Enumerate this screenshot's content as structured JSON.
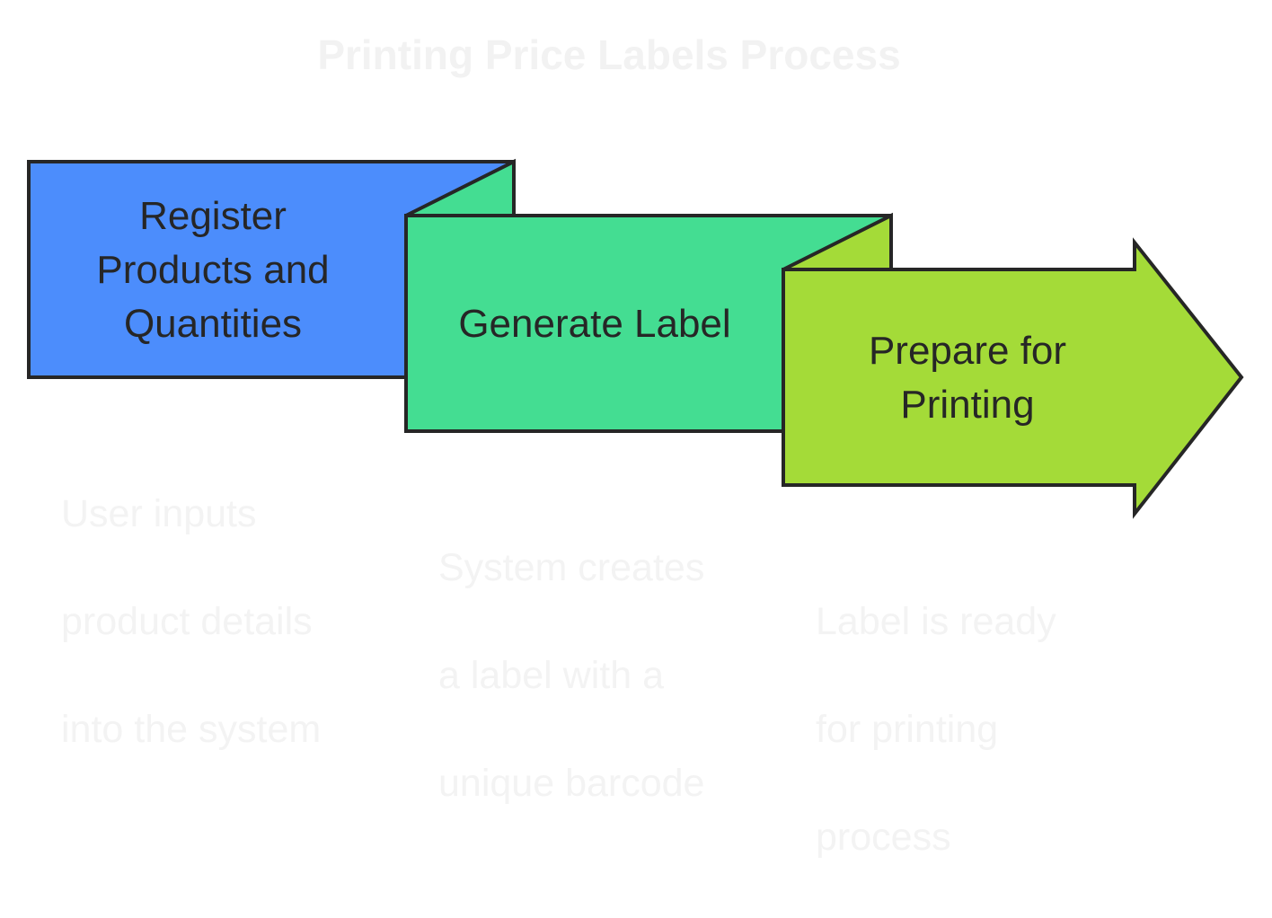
{
  "title": "Printing Price Labels Process",
  "colors": {
    "stroke": "#262626",
    "step1_fill": "#4c8dfc",
    "step2_fill": "#44dd92",
    "step3_fill": "#a4db38",
    "description_text": "#f3f3f3",
    "title_text": "#f2f2f2"
  },
  "steps": [
    {
      "label_lines": [
        "Register",
        "Products and",
        "Quantities"
      ],
      "description_lines": [
        "User inputs",
        "product details",
        "into the system"
      ]
    },
    {
      "label_lines": [
        "Generate Label"
      ],
      "description_lines": [
        "System creates",
        "a label with a",
        "unique barcode"
      ]
    },
    {
      "label_lines": [
        "Prepare for",
        "Printing"
      ],
      "description_lines": [
        "Label is ready",
        "for printing",
        "process"
      ]
    }
  ]
}
